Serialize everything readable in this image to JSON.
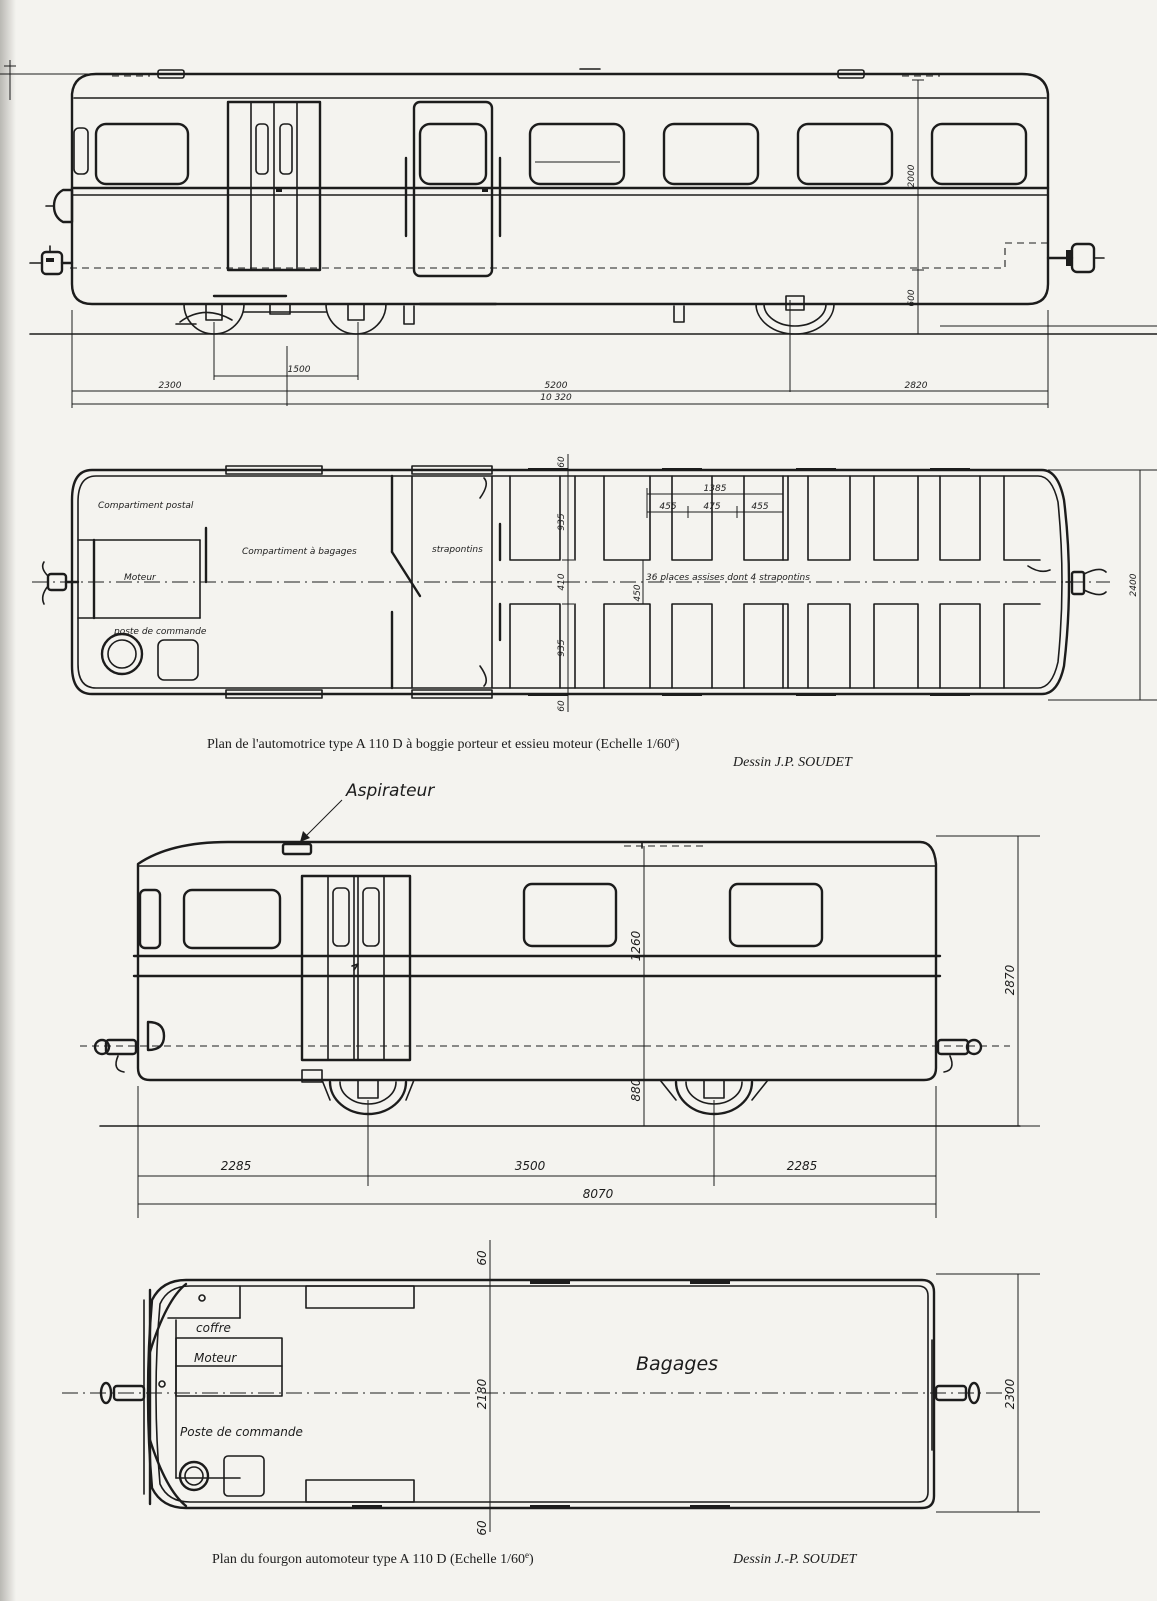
{
  "railcar": {
    "side": {
      "dim_height_upper": "2000",
      "dim_height_lower": "600",
      "dim_bogie_wheelbase": "1500",
      "dim_front_overhang": "2300",
      "dim_centers": "5200",
      "dim_rear_overhang": "2820",
      "dim_overall_length": "10 320"
    },
    "plan": {
      "label_postal": "Compartiment postal",
      "label_engine": "Moteur",
      "label_cab": "poste de commande",
      "label_luggage": "Compartiment à bagages",
      "label_folding": "strapontins",
      "label_seats": "36 places assises dont 4 strapontins",
      "dim_wall_top": "60",
      "dim_seat_upper": "935",
      "dim_aisle": "410",
      "dim_aisle_alt": "450",
      "dim_seat_lower": "935",
      "dim_wall_bottom": "60",
      "dim_bay": "1385",
      "dim_seat_a": "455",
      "dim_seat_gap": "475",
      "dim_seat_b": "455",
      "dim_width": "2400"
    },
    "caption": {
      "text": "Plan de l'automotrice type A 110 D à boggie porteur et essieu moteur (Echelle 1/60",
      "sup": "e",
      "close": ")",
      "credit": "Dessin J.P. SOUDET"
    }
  },
  "van": {
    "side": {
      "label_vent": "Aspirateur",
      "dim_height_upper": "1260",
      "dim_height_lower": "880",
      "dim_height_total": "2870",
      "dim_front_overhang": "2285",
      "dim_centers": "3500",
      "dim_rear_overhang": "2285",
      "dim_overall_length": "8070"
    },
    "plan": {
      "label_chest": "coffre",
      "label_engine": "Moteur",
      "label_cab": "Poste de commande",
      "label_luggage": "Bagages",
      "dim_wall_top": "60",
      "dim_inner_width": "2180",
      "dim_wall_bottom": "60",
      "dim_width": "2300"
    },
    "caption": {
      "text": "Plan du fourgon automoteur type A 110 D (Echelle 1/60",
      "sup": "e",
      "close": ")",
      "credit": "Dessin J.-P. SOUDET"
    }
  }
}
